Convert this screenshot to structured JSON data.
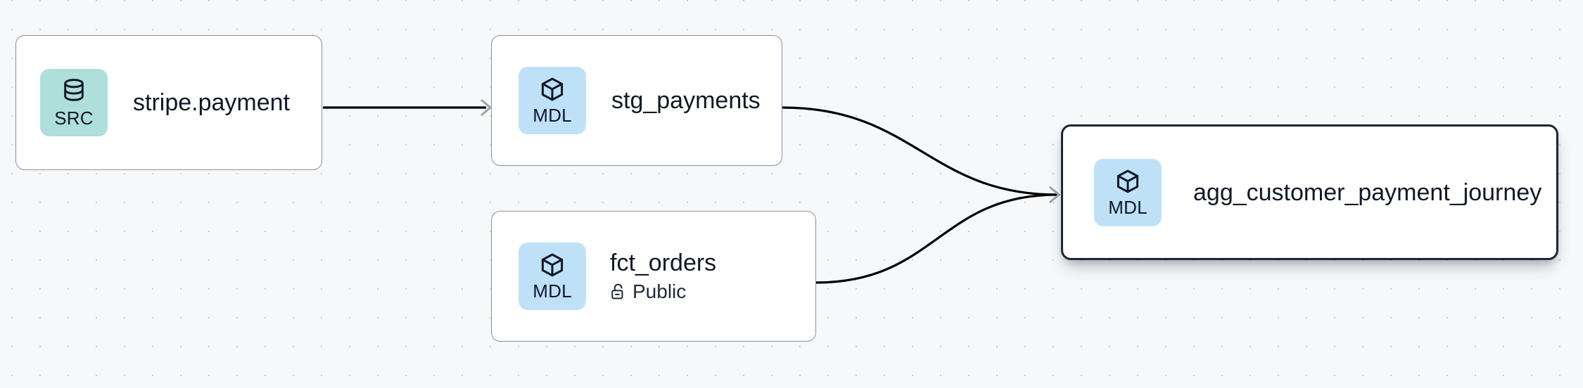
{
  "canvas": {
    "background_color": "#f7f8fa",
    "grid": "dot-grid",
    "grid_dot_color": "#c9ccd6"
  },
  "colors": {
    "source_badge_bg": "#aedfdb",
    "model_badge_bg": "#bfe1f8",
    "node_border": "#8a90a2",
    "selected_border": "#1e2634",
    "edge": "#000000",
    "arrowhead": "#9ca3af",
    "text": "#111827"
  },
  "nodes": [
    {
      "id": "stripe-payment",
      "badge_label": "SRC",
      "badge_icon": "database-icon",
      "badge_kind": "source",
      "title": "stripe.payment",
      "subtitle": null,
      "subtitle_icon": null,
      "selected": false
    },
    {
      "id": "stg-payments",
      "badge_label": "MDL",
      "badge_icon": "cube-icon",
      "badge_kind": "model",
      "title": "stg_payments",
      "subtitle": null,
      "subtitle_icon": null,
      "selected": false
    },
    {
      "id": "fct-orders",
      "badge_label": "MDL",
      "badge_icon": "cube-icon",
      "badge_kind": "model",
      "title": "fct_orders",
      "subtitle": "Public",
      "subtitle_icon": "unlock-icon",
      "selected": false
    },
    {
      "id": "agg-customer-payment-journey",
      "badge_label": "MDL",
      "badge_icon": "cube-icon",
      "badge_kind": "model",
      "title": "agg_customer_payment_journey",
      "subtitle": null,
      "subtitle_icon": null,
      "selected": true
    }
  ],
  "edges": [
    {
      "id": "e1",
      "from": "stripe-payment",
      "to": "stg-payments",
      "style": "straight",
      "arrow": true
    },
    {
      "id": "e2",
      "from": "stg-payments",
      "to": "agg-customer-payment-journey",
      "style": "bezier",
      "arrow": true
    },
    {
      "id": "e3",
      "from": "fct-orders",
      "to": "agg-customer-payment-journey",
      "style": "bezier",
      "arrow": true
    }
  ]
}
